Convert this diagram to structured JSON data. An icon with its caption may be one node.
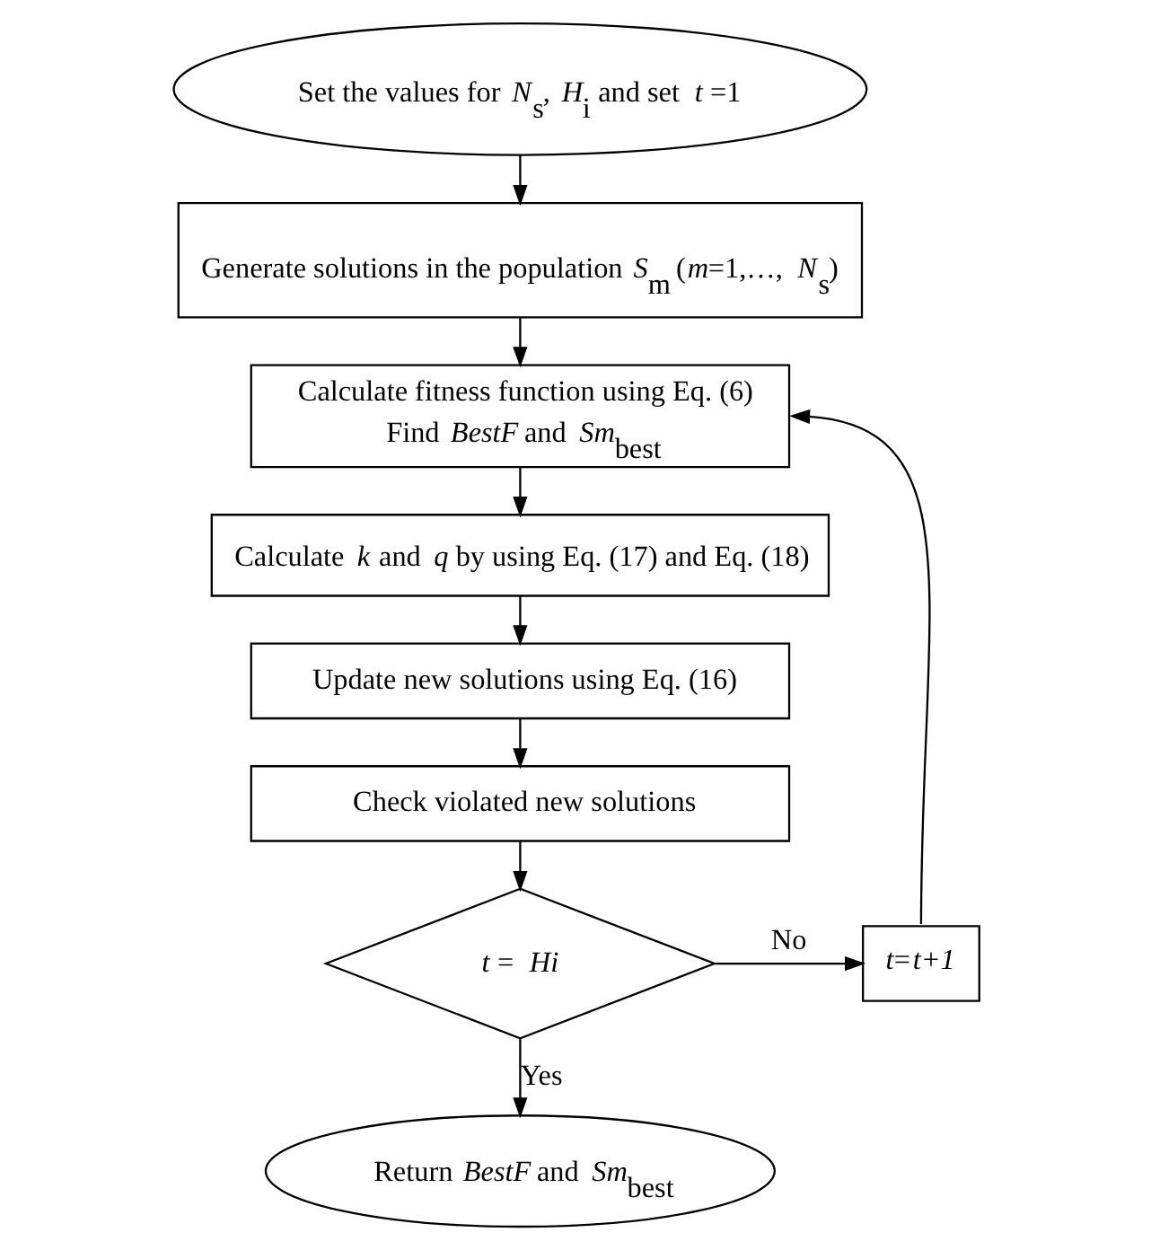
{
  "diagram": {
    "nodes": [
      {
        "text": [
          "Set the values for *N*$_{s}$, *H*$_{i}$ and set *t* =1"
        ]
      },
      {
        "text": [
          "Generate solutions in the population *S*$_{m}$ (*m*=1,…, *N*$_{s}$)"
        ]
      },
      {
        "text": [
          "Calculate fitness function using Eq. (6)",
          "Find *BestF* and *Sm*$_{best}$"
        ]
      },
      {
        "text": [
          "Calculate *k* and *q* by using Eq. (17) and Eq. (18)"
        ]
      },
      {
        "text": [
          "Update new solutions using Eq. (16)"
        ]
      },
      {
        "text": [
          "Check violated new solutions"
        ]
      },
      {
        "text": [
          "*t* = *Hi*"
        ]
      },
      {
        "text": [
          "*t*=*t+1*"
        ]
      },
      {
        "text": [
          "Return *BestF* and *Sm*$_{best}$"
        ]
      }
    ],
    "edges": [
      {
        "from": 0,
        "to": 1,
        "arrow": "to"
      },
      {
        "from": 1,
        "to": 2,
        "arrow": "to"
      },
      {
        "from": 2,
        "to": 3,
        "arrow": "to"
      },
      {
        "from": 3,
        "to": 4,
        "arrow": "to"
      },
      {
        "from": 4,
        "to": 5,
        "arrow": "to"
      },
      {
        "from": 5,
        "to": 6,
        "arrow": "to"
      },
      {
        "from": 6,
        "to": 7,
        "arrow": "to",
        "label": "No"
      },
      {
        "from": 7,
        "to": 2,
        "arrow": "to"
      },
      {
        "from": 6,
        "to": 8,
        "arrow": "to",
        "label": "Yes"
      }
    ]
  }
}
